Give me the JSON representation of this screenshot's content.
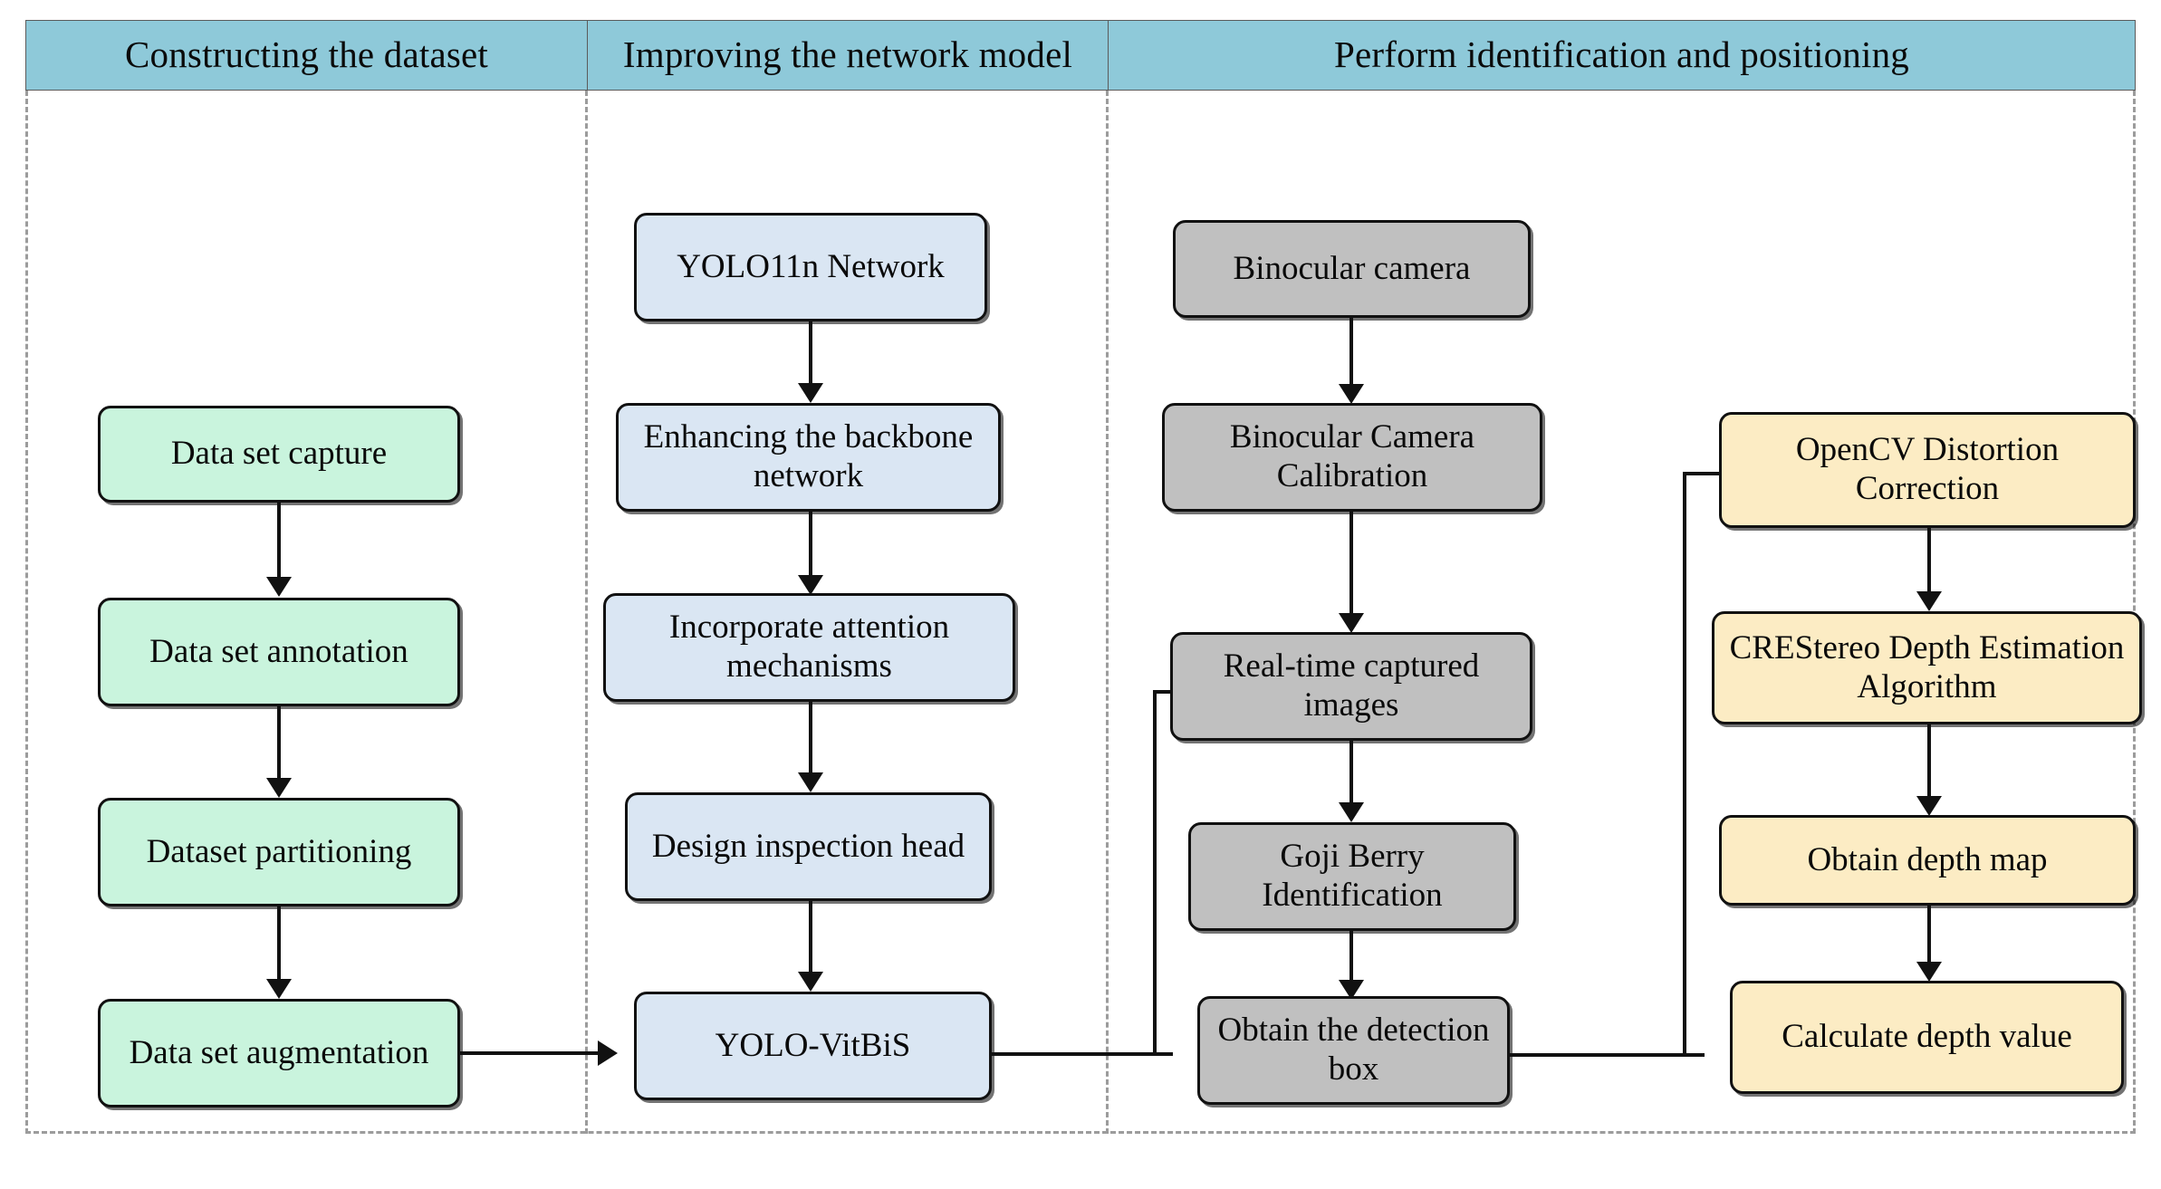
{
  "figure": {
    "type": "flowchart",
    "orientation": "left-to-right swimlanes with top-to-bottom steps"
  },
  "colors": {
    "header_fill": "#8ec9d9",
    "stage1_fill": "#c9f4dd",
    "stage2_fill": "#dae6f3",
    "stage3_fill": "#c0c0c0",
    "stage4_fill": "#fcecc4",
    "node_border": "#111111",
    "lane_divider": "#9c9c9c"
  },
  "headers": [
    {
      "label": "Constructing the dataset"
    },
    {
      "label": "Improving the network model"
    },
    {
      "label": "Perform identification and positioning"
    }
  ],
  "lanes": [
    {
      "name": "constructing-the-dataset",
      "nodes": [
        {
          "id": "data-set-capture",
          "label": "Data set capture"
        },
        {
          "id": "data-set-annotation",
          "label": "Data set annotation"
        },
        {
          "id": "dataset-partitioning",
          "label": "Dataset partitioning"
        },
        {
          "id": "data-set-augmentation",
          "label": "Data set augmentation"
        }
      ]
    },
    {
      "name": "improving-the-network-model",
      "nodes": [
        {
          "id": "yolo11n-network",
          "label": "YOLO11n Network"
        },
        {
          "id": "enhancing-the-backbone-network",
          "label": "Enhancing the backbone network"
        },
        {
          "id": "incorporate-attention-mechanisms",
          "label": "Incorporate attention mechanisms"
        },
        {
          "id": "design-inspection-head",
          "label": "Design inspection head"
        },
        {
          "id": "yolo-vitbis",
          "label": "YOLO-VitBiS"
        }
      ]
    },
    {
      "name": "perform-identification-and-positioning",
      "nodes": [
        {
          "id": "binocular-camera",
          "label": "Binocular camera"
        },
        {
          "id": "binocular-camera-calibration",
          "label": "Binocular Camera Calibration"
        },
        {
          "id": "real-time-captured-images",
          "label": "Real-time captured images"
        },
        {
          "id": "goji-berry-identification",
          "label": "Goji Berry Identification"
        },
        {
          "id": "obtain-the-detection-box",
          "label": "Obtain the detection box"
        },
        {
          "id": "opencv-distortion-correction",
          "label": "OpenCV Distortion Correction"
        },
        {
          "id": "crestereo-depth-estimation-algorithm",
          "label": "CREStereo Depth Estimation Algorithm"
        },
        {
          "id": "obtain-depth-map",
          "label": "Obtain depth map"
        },
        {
          "id": "calculate-depth-value",
          "label": "Calculate depth value"
        }
      ]
    }
  ],
  "edges": [
    {
      "from": "data-set-capture",
      "to": "data-set-annotation",
      "style": "straight-down"
    },
    {
      "from": "data-set-annotation",
      "to": "dataset-partitioning",
      "style": "straight-down"
    },
    {
      "from": "dataset-partitioning",
      "to": "data-set-augmentation",
      "style": "straight-down"
    },
    {
      "from": "data-set-augmentation",
      "to": "yolo-vitbis",
      "style": "right"
    },
    {
      "from": "yolo11n-network",
      "to": "enhancing-the-backbone-network",
      "style": "straight-down"
    },
    {
      "from": "enhancing-the-backbone-network",
      "to": "incorporate-attention-mechanisms",
      "style": "straight-down"
    },
    {
      "from": "incorporate-attention-mechanisms",
      "to": "design-inspection-head",
      "style": "straight-down"
    },
    {
      "from": "design-inspection-head",
      "to": "yolo-vitbis",
      "style": "straight-down"
    },
    {
      "from": "yolo-vitbis",
      "to": "real-time-captured-images",
      "style": "right-up-right"
    },
    {
      "from": "binocular-camera",
      "to": "binocular-camera-calibration",
      "style": "straight-down"
    },
    {
      "from": "binocular-camera-calibration",
      "to": "real-time-captured-images",
      "style": "straight-down"
    },
    {
      "from": "real-time-captured-images",
      "to": "goji-berry-identification",
      "style": "straight-down"
    },
    {
      "from": "goji-berry-identification",
      "to": "obtain-the-detection-box",
      "style": "straight-down"
    },
    {
      "from": "obtain-the-detection-box",
      "to": "opencv-distortion-correction",
      "style": "right-up-right"
    },
    {
      "from": "opencv-distortion-correction",
      "to": "crestereo-depth-estimation-algorithm",
      "style": "straight-down"
    },
    {
      "from": "crestereo-depth-estimation-algorithm",
      "to": "obtain-depth-map",
      "style": "straight-down"
    },
    {
      "from": "obtain-depth-map",
      "to": "calculate-depth-value",
      "style": "straight-down"
    }
  ]
}
